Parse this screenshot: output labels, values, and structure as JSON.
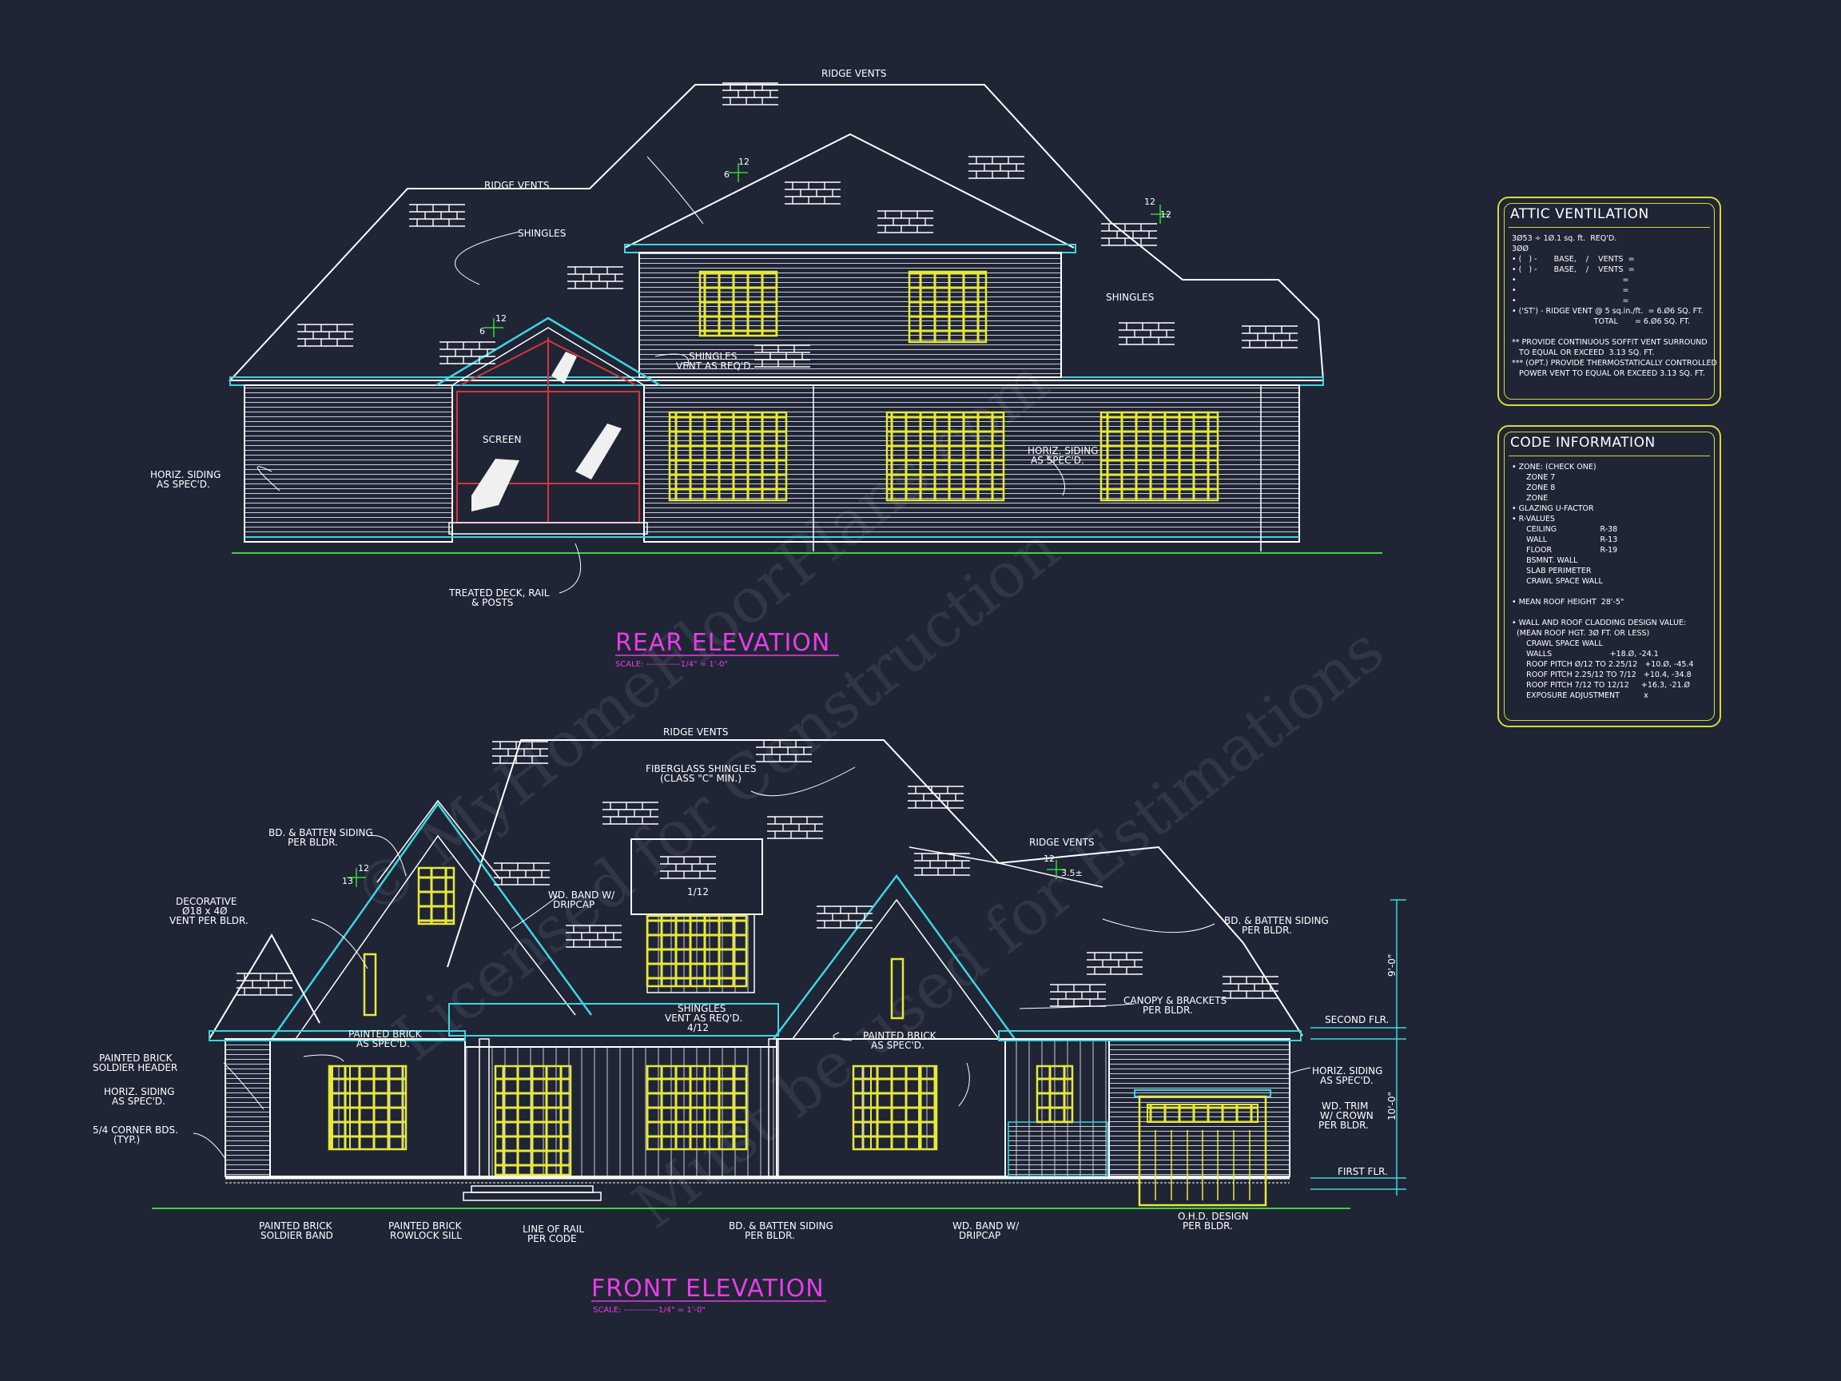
{
  "watermark": {
    "line1": "© MyHomeFloorPlans.com",
    "line2": "Licensed for Construction",
    "line3": "Must be used for Estimations"
  },
  "colors": {
    "background": "#1f2535",
    "outline": "#ffffff",
    "trim": "#3fd4e0",
    "window": "#e8e83a",
    "screen": "#d8343a",
    "ground": "#3ad43a",
    "title": "#e83de8",
    "panel_border": "#d8d83a"
  },
  "rear_elevation": {
    "title": "REAR ELEVATION",
    "scale": "SCALE: ------------1/4\" = 1'-0\"",
    "labels": {
      "ridge_vents_top": "RIDGE VENTS",
      "ridge_vents_left": "RIDGE VENTS",
      "shingles_left": "SHINGLES",
      "shingles_right": "SHINGLES",
      "shingles_vent_1": "SHINGLES",
      "shingles_vent_2": "VENT AS REQ'D.",
      "screen": "SCREEN",
      "horiz_siding_left_1": "HORIZ. SIDING",
      "horiz_siding_left_2": "AS SPEC'D.",
      "horiz_siding_right_1": "HORIZ. SIDING",
      "horiz_siding_right_2": "AS SPEC'D.",
      "deck_1": "TREATED DECK, RAIL",
      "deck_2": "& POSTS",
      "pitch_a_rise": "6",
      "pitch_a_run": "12",
      "pitch_b_rise": "6",
      "pitch_b_run": "12",
      "pitch_c_rise": "12",
      "pitch_c_run": "12"
    }
  },
  "front_elevation": {
    "title": "FRONT ELEVATION",
    "scale": "SCALE: ------------1/4\" = 1'-0\"",
    "labels": {
      "ridge_vents_top": "RIDGE VENTS",
      "ridge_vents_right": "RIDGE VENTS",
      "fiberglass_1": "FIBERGLASS SHINGLES",
      "fiberglass_2": "(CLASS \"C\" MIN.)",
      "bd_batten_left_1": "BD. & BATTEN SIDING",
      "bd_batten_left_2": "PER BLDR.",
      "decorative_1": "DECORATIVE",
      "decorative_2": "Ø18 x 4Ø",
      "decorative_3": "VENT PER BLDR.",
      "wd_band_top_1": "WD. BAND W/",
      "wd_band_top_2": "DRIPCAP",
      "bd_batten_right_1": "BD. & BATTEN SIDING",
      "bd_batten_right_2": "PER BLDR.",
      "canopy_1": "CANOPY & BRACKETS",
      "canopy_2": "PER BLDR.",
      "shingles_vent_1": "SHINGLES",
      "shingles_vent_2": "VENT AS REQ'D.",
      "shingles_vent_3": "4/12",
      "painted_brick_l_1": "PAINTED BRICK",
      "painted_brick_l_2": "AS SPEC'D.",
      "painted_brick_r_1": "PAINTED BRICK",
      "painted_brick_r_2": "AS SPEC'D.",
      "soldier_header_1": "PAINTED BRICK",
      "soldier_header_2": "SOLDIER HEADER",
      "horiz_siding_l_1": "HORIZ. SIDING",
      "horiz_siding_l_2": "AS SPEC'D.",
      "corner_bds_1": "5/4 CORNER BDS.",
      "corner_bds_2": "(TYP.)",
      "soldier_band_1": "PAINTED BRICK",
      "soldier_band_2": "SOLDIER BAND",
      "rowlock_1": "PAINTED BRICK",
      "rowlock_2": "ROWLOCK SILL",
      "line_rail_1": "LINE OF RAIL",
      "line_rail_2": "PER CODE",
      "bd_batten_bot_1": "BD. & BATTEN SIDING",
      "bd_batten_bot_2": "PER BLDR.",
      "wd_band_bot_1": "WD. BAND W/",
      "wd_band_bot_2": "DRIPCAP",
      "ohd_1": "O.H.D. DESIGN",
      "ohd_2": "PER BLDR.",
      "horiz_siding_r_1": "HORIZ. SIDING",
      "horiz_siding_r_2": "AS SPEC'D.",
      "wd_trim_1": "WD. TRIM",
      "wd_trim_2": "W/ CROWN",
      "wd_trim_3": "PER BLDR.",
      "second_flr": "SECOND FLR.",
      "first_flr": "FIRST FLR.",
      "dim_upper": "9'-0\"",
      "dim_lower": "10'-0\"",
      "dormer_pitch": "1/12",
      "pitch_left_rise": "13",
      "pitch_left_run": "12",
      "pitch_right_run": "12",
      "pitch_right_rise": "3.5±"
    }
  },
  "attic_ventilation": {
    "title": "ATTIC VENTILATION",
    "lines": [
      "3Ø53 ÷ 1Ø.1 sq. ft.  REQ'D.",
      "3ØØ",
      "• (   ) -       BASE,    /    VENTS  =",
      "• (   ) -       BASE,    /    VENTS  =",
      "•                                            =",
      "•                                            =",
      "•                                            =",
      "• ('ST') - RIDGE VENT @ 5 sq.in./ft.  = 6.Ø6 SQ. FT.",
      "                                  TOTAL       = 6.Ø6 SQ. FT.",
      "",
      "** PROVIDE CONTINUOUS SOFFIT VENT SURROUND",
      "   TO EQUAL OR EXCEED  3.13 SQ. FT.",
      "*** (OPT.) PROVIDE THERMOSTATICALLY CONTROLLED",
      "   POWER VENT TO EQUAL OR EXCEED 3.13 SQ. FT."
    ]
  },
  "code_information": {
    "title": "CODE INFORMATION",
    "lines": [
      "• ZONE: (CHECK ONE)",
      "      ZONE 7",
      "      ZONE 8",
      "      ZONE",
      "• GLAZING U-FACTOR",
      "• R-VALUES",
      "      CEILING                  R-38",
      "      WALL                      R-13",
      "      FLOOR                    R-19",
      "      BSMNT. WALL",
      "      SLAB PERIMETER",
      "      CRAWL SPACE WALL",
      "",
      "• MEAN ROOF HEIGHT  28'-5\"",
      "",
      "• WALL AND ROOF CLADDING DESIGN VALUE:",
      "  (MEAN ROOF HGT. 3Ø FT. OR LESS)",
      "      CRAWL SPACE WALL",
      "      WALLS                        +18.Ø, -24.1",
      "      ROOF PITCH Ø/12 TO 2.25/12   +10.Ø, -45.4",
      "      ROOF PITCH 2.25/12 TO 7/12   +10.4, -34.8",
      "      ROOF PITCH 7/12 TO 12/12     +16.3, -21.Ø",
      "      EXPOSURE ADJUSTMENT          x"
    ]
  }
}
